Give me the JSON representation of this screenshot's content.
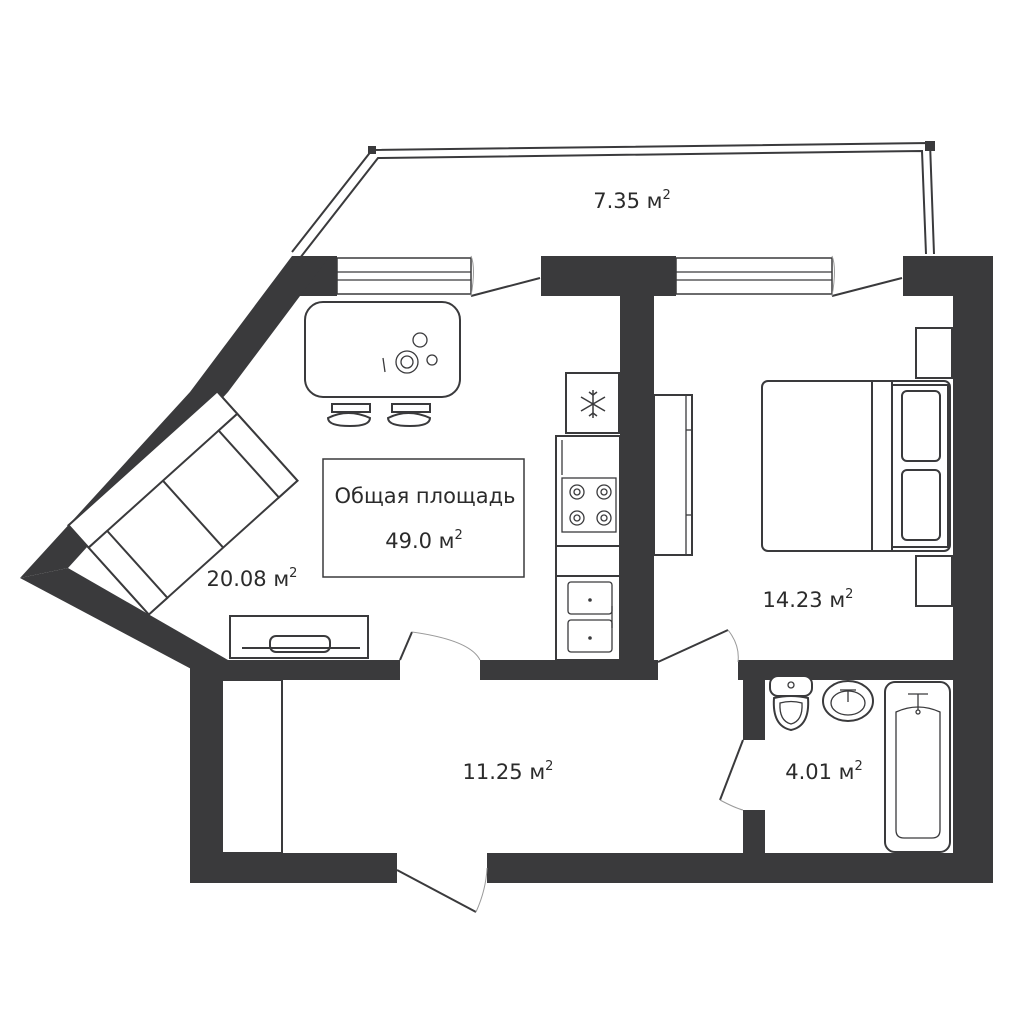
{
  "rooms": {
    "balcony": {
      "area": "7.35 м",
      "unit_sup": "2"
    },
    "kitchen_living": {
      "area": "20.08 м",
      "unit_sup": "2"
    },
    "bedroom": {
      "area": "14.23 м",
      "unit_sup": "2"
    },
    "hallway": {
      "area": "11.25 м",
      "unit_sup": "2"
    },
    "bathroom": {
      "area": "4.01 м",
      "unit_sup": "2"
    }
  },
  "total": {
    "label": "Общая площадь",
    "area": "49.0 м",
    "unit_sup": "2"
  },
  "icons": {
    "fridge": "snowflake-icon",
    "stove": "stove-icon",
    "sink": "sink-icon",
    "bathtub": "bathtub-icon",
    "toilet": "toilet-icon",
    "washbasin": "washbasin-icon"
  },
  "colors": {
    "wall": "#3a3a3c",
    "background": "#ffffff"
  }
}
